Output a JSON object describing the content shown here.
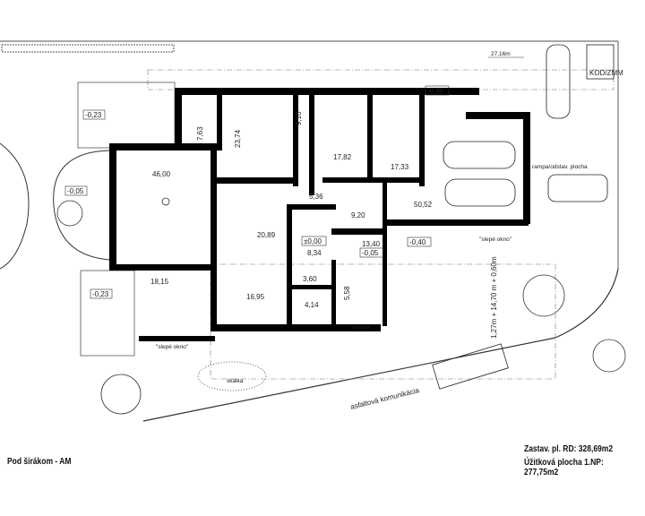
{
  "title": "Pod širákom - AM",
  "summary": {
    "built_area": "Zastav. pl. RD: 328,69m2",
    "usable_area": "Úžitková plocha 1.NP: 277,75m2"
  },
  "rooms": {
    "living": "46,00",
    "bath_small": "7,63",
    "bedroom": "23,74",
    "wc": "9,10",
    "room_1782": "17,82",
    "room_1733": "17,33",
    "garage": "50,52",
    "hall_536": "5,36",
    "room_920": "9,20",
    "hall_2089": "20,89",
    "entry": "8,34",
    "terrace_1340": "13,40",
    "dining": "18,15",
    "kitchen": "16,95",
    "pantry": "3,60",
    "bath_414": "4,14",
    "tech": "5,58"
  },
  "levels": {
    "entry": "±0,00",
    "terrace": "-0,05",
    "garage_front": "-0,40",
    "north": "-0,40",
    "pool_top": "-0,23",
    "pool_side": "-0,05",
    "pool_bottom": "-0,23"
  },
  "annotations": {
    "blind_window_1": "\"slepé okno\"",
    "blind_window_2": "\"slepé okno\"",
    "ramp": "rampa",
    "rockery": "skalka",
    "road": "asfaltová komunikácia",
    "distance": "27,16m",
    "meter": "KOD/ZMM",
    "parking": "rampa/odstav. plocha",
    "dimension": "1,27m + 14,70 m + 0,60m"
  }
}
